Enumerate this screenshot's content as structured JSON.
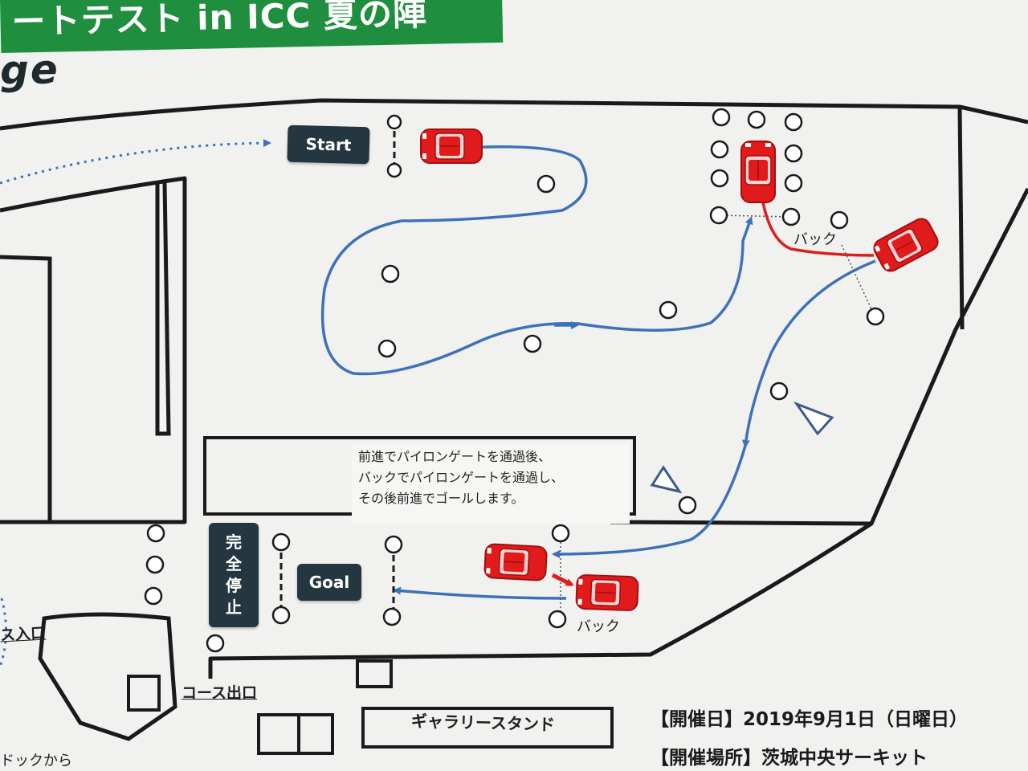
{
  "header": {
    "banner_text": "ートテスト in ICC 夏の陣",
    "brand_fragment": "ge"
  },
  "course": {
    "start_label": "Start",
    "goal_label": "Goal",
    "full_stop_chars": [
      "完",
      "全",
      "停",
      "止"
    ],
    "back_label_1": "バック",
    "back_label_2": "バック",
    "exit_label": "コース出口",
    "entry_label": "ス入口",
    "paddock_label": "ドックから",
    "gallery_label": "ギャラリースタンド"
  },
  "instructions": {
    "lines": [
      "前進でパイロンゲートを通過後、",
      "バックでパイロンゲートを通過し、",
      "その後前進でゴールします。"
    ]
  },
  "event_info": {
    "date_line": "【開催日】2019年9月1日（日曜日）",
    "venue_line": "【開催場所】茨城中央サーキット"
  },
  "colors": {
    "banner_green": "#1f8f3f",
    "route_blue": "#3d72b8",
    "reverse_red": "#e11b1b",
    "sign_navy": "#243640"
  },
  "icons": {
    "car": "red-car-icon",
    "pylon": "pylon-circle-icon",
    "cone": "triangle-cone-icon"
  }
}
